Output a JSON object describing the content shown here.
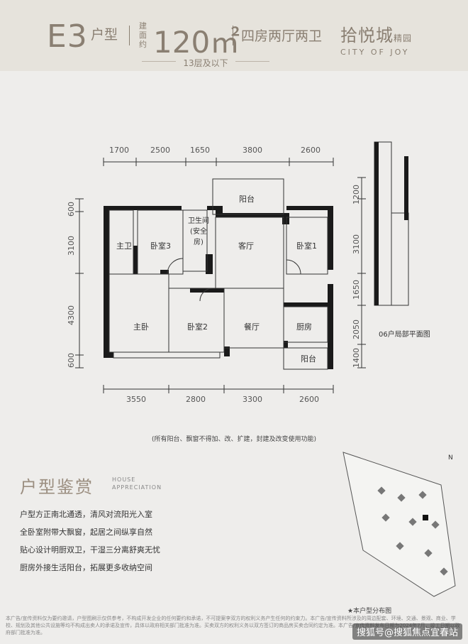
{
  "header": {
    "unit_code": "E3",
    "unit_type_label": "户型",
    "area_label": "建面约",
    "area_value": "120㎡",
    "rooms": "四房两厅两卫",
    "floors": "13层及以下",
    "brand_cn": "拾悦城",
    "brand_suffix": "精园",
    "brand_en": "CITY OF JOY"
  },
  "plan": {
    "top_dims": [
      "1700",
      "2500",
      "1650",
      "3800",
      "2600"
    ],
    "bottom_dims": [
      "3550",
      "2800",
      "3300",
      "2600"
    ],
    "left_dims": [
      "600",
      "3100",
      "4300",
      "600"
    ],
    "right_dims": [
      "1200",
      "3100",
      "1650",
      "2050",
      "1400"
    ],
    "rooms": {
      "balcony_top": "阳台",
      "bathroom": "卫生间",
      "bathroom_sub": "(安全房)",
      "master_bath": "主卫",
      "bedroom3": "卧室3",
      "living": "客厅",
      "bedroom1": "卧室1",
      "master_bedroom": "主卧",
      "bedroom2": "卧室2",
      "dining": "餐厅",
      "kitchen": "厨房",
      "balcony_bottom": "阳台"
    },
    "partial_plan_label": "06户局部平面图",
    "note": "(所有阳台、飘窗不得加、改、扩建，封建及改变使用功能)"
  },
  "appreciation": {
    "title": "户型鉴赏",
    "subtitle_en": "HOUSE APPRECIATION",
    "features": [
      "户型方正南北通透，清风对流阳光入室",
      "全卧室附带大飘窗，起居之间纵享自然",
      "贴心设计明厨双卫，干湿三分离舒爽无忧",
      "厨房外接生活阳台，拓展更多收纳空间"
    ]
  },
  "site_map_label": "★本户型分布图",
  "disclaimer": "本广告/宣传资料仅为要约邀请，户型图刷示仅供参考，不构成开发企业的任何要约和承诺，不可提案李双方的权利义务产生任何的约束力。本广告/宣传资料所涉及的周边配套、环境、交通、景观、商业、学校、规划及其他公共设施等均不构成出卖人的承诺及宣传，具体以政府相关部门批准为准。买卖双方的权利义务以双方签订的商品房买卖合同约定为准。本广告/宣传资料发布日期为2024年7月，竣工日期以政府部门批准为准。",
  "watermark": "搜狐号@搜狐焦点宜春站"
}
